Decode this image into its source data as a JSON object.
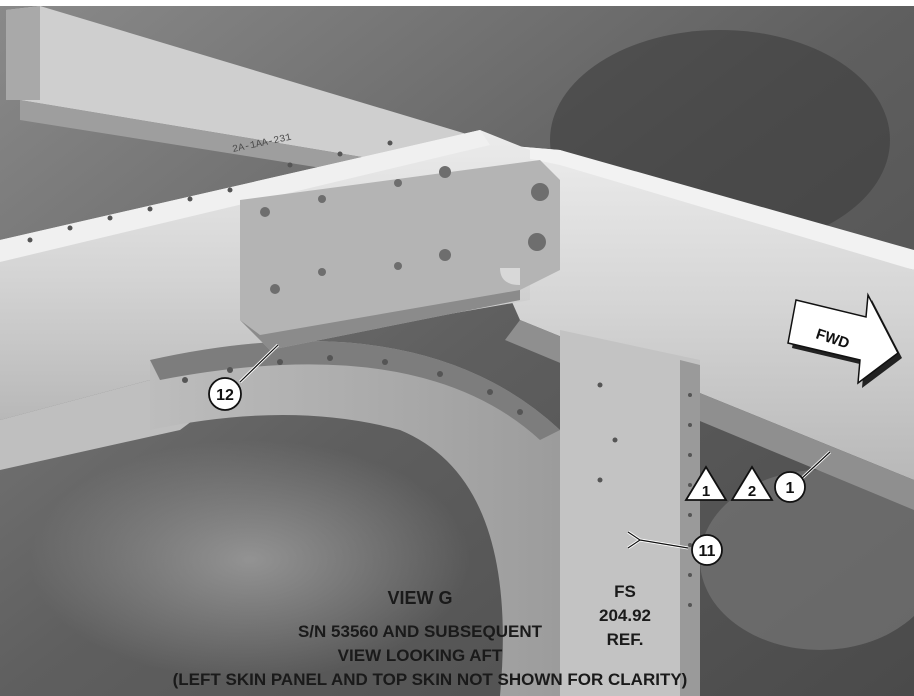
{
  "callouts": {
    "item_12": "12",
    "item_11": "11",
    "item_1": "1",
    "note_1": "1",
    "note_2": "2"
  },
  "arrow_label": "FWD",
  "caption": {
    "view_title": "VIEW G",
    "serial": "S/N 53560 AND SUBSEQUENT",
    "direction": "VIEW LOOKING AFT",
    "note": "(LEFT SKIN PANEL AND TOP SKIN NOT SHOWN FOR CLARITY)"
  },
  "station": {
    "label": "FS",
    "value": "204.92",
    "ref": "REF."
  },
  "part_marking": "2A-1AA-231",
  "colors": {
    "photo_background": "#6a6a6a",
    "beam": "#d9d9d9",
    "bracket": "#a8a8a8",
    "text": "#1a1a1a"
  }
}
